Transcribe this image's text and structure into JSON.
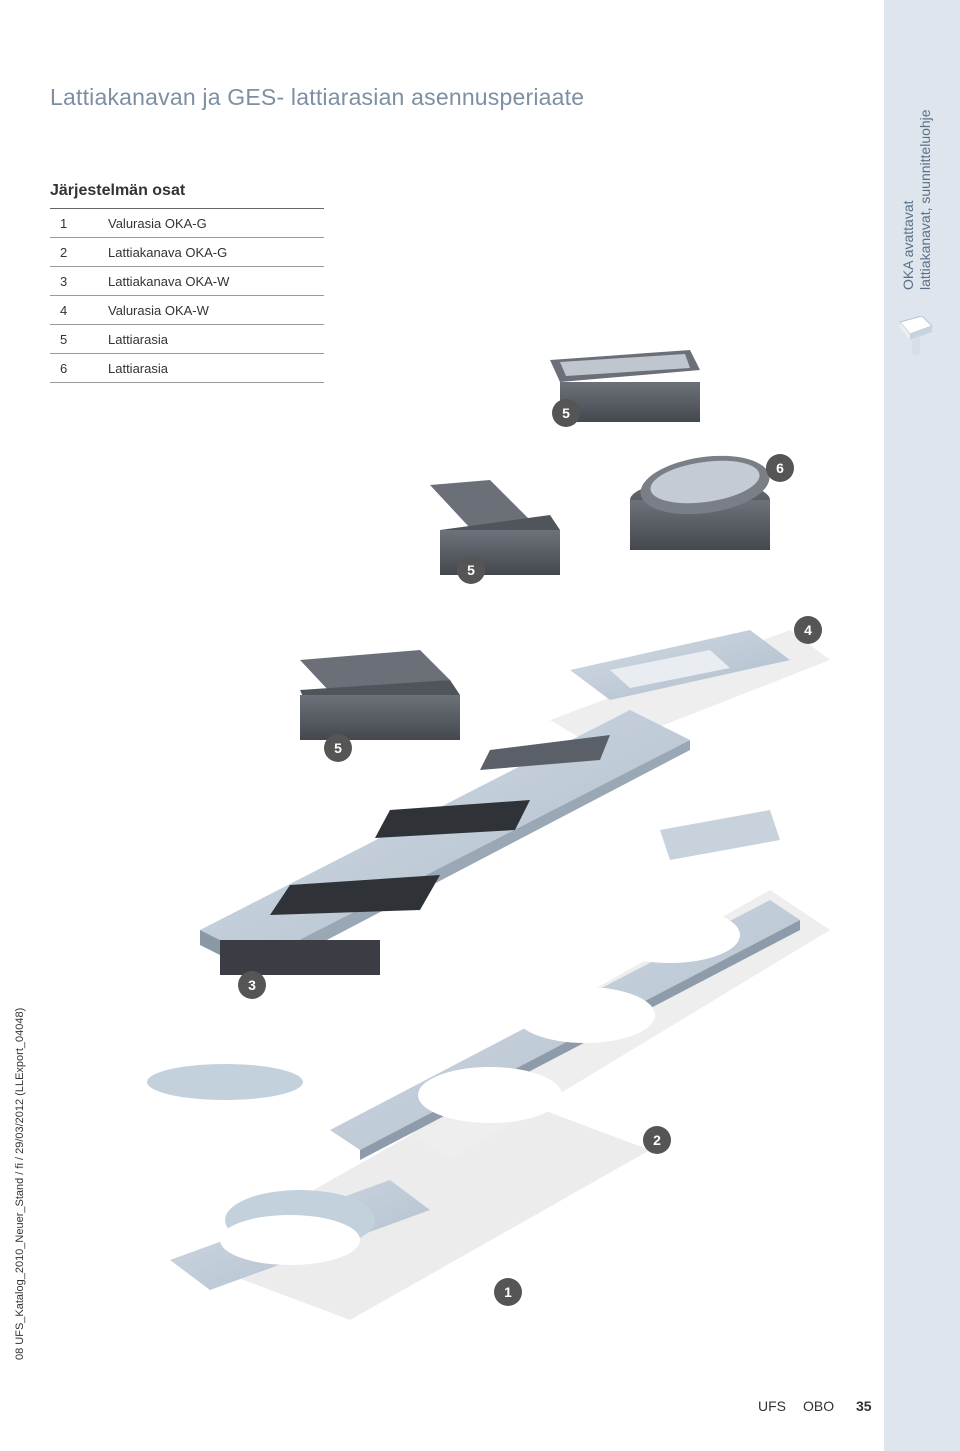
{
  "page_title": "Lattiakanavan ja GES- lattiarasian asennusperiaate",
  "section_title": "Järjestelmän osat",
  "parts": [
    {
      "num": "1",
      "name": "Valurasia OKA-G"
    },
    {
      "num": "2",
      "name": "Lattiakanava OKA-G"
    },
    {
      "num": "3",
      "name": "Lattiakanava OKA-W"
    },
    {
      "num": "4",
      "name": "Valurasia OKA-W"
    },
    {
      "num": "5",
      "name": "Lattiarasia"
    },
    {
      "num": "6",
      "name": "Lattiarasia"
    }
  ],
  "sidebar": {
    "line1": "OKA avattavat",
    "line2": "lattiakanavat, suunnitteluohje"
  },
  "footer_vertical": "08 UFS_Katalog_2010_Neuer_Stand / fi / 29/03/2012 (LLExport_04048)",
  "footer": {
    "brand1": "UFS",
    "brand2": "OBO",
    "page_number": "35"
  },
  "callouts": {
    "a": "5",
    "b": "6",
    "c": "5",
    "d": "4",
    "e": "5",
    "f": "3",
    "g": "2",
    "h": "1"
  },
  "colors": {
    "title": "#7d8fa3",
    "sidebar_bg": "#dee5ed",
    "badge": "#555555",
    "metal": "#bcc8d4"
  }
}
